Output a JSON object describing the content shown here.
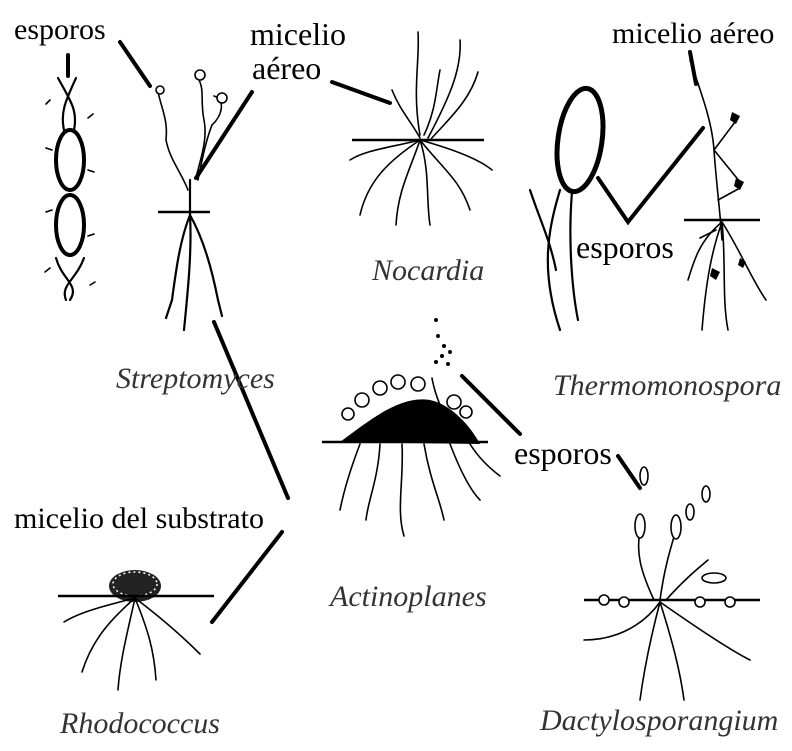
{
  "labels": {
    "esporos_top_left": "esporos",
    "micelio_aereo_center": "micelio\naéreo",
    "micelio_aereo_right": "micelio aéreo",
    "esporos_right": "esporos",
    "esporos_middle": "esporos",
    "micelio_del_substrato": "micelio del substrato"
  },
  "genera": {
    "streptomyces": "Streptomyces",
    "nocardia": "Nocardia",
    "thermomonospora": "Thermomonospora",
    "actinoplanes": "Actinoplanes",
    "rhodococcus": "Rhodococcus",
    "dactylosporangium": "Dactylosporangium"
  }
}
